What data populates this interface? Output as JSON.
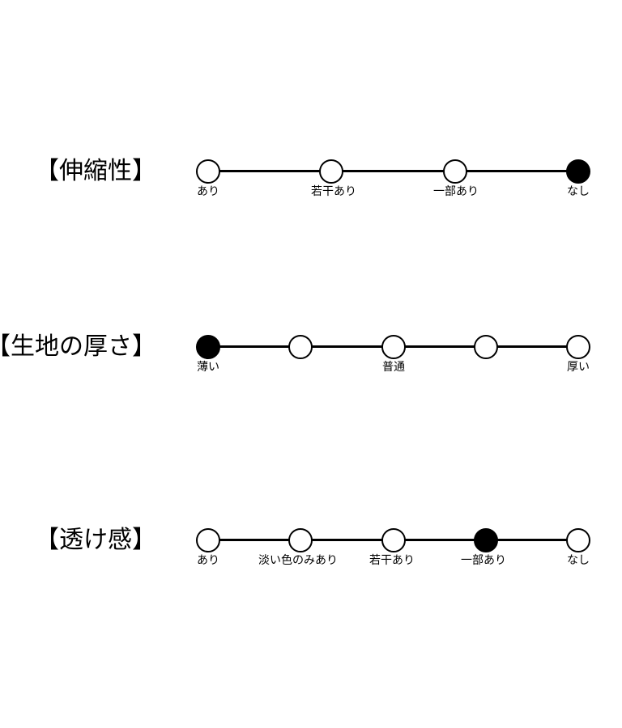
{
  "scales": [
    {
      "title": "【伸縮性】",
      "labels": [
        "あり",
        "若干あり",
        "一部あり",
        "なし"
      ],
      "selected_index": 3
    },
    {
      "title": "【生地の厚さ】",
      "labels": [
        "薄い",
        "",
        "普通",
        "",
        "厚い"
      ],
      "selected_index": 0
    },
    {
      "title": "【透け感】",
      "labels": [
        "あり",
        "淡い色のみあり",
        "若干あり",
        "一部あり",
        "なし"
      ],
      "selected_index": 3
    }
  ]
}
